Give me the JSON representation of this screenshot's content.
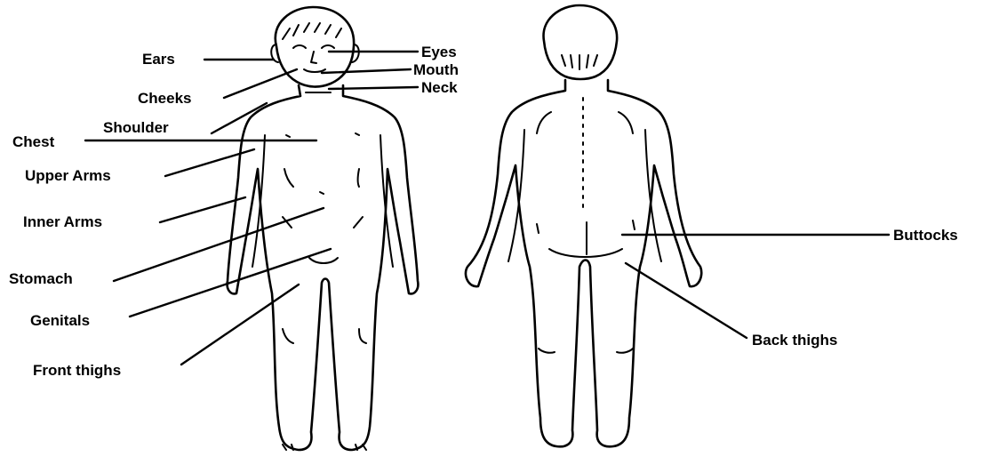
{
  "labels": {
    "ears": "Ears",
    "cheeks": "Cheeks",
    "shoulder": "Shoulder",
    "chest": "Chest",
    "upper_arms": "Upper Arms",
    "inner_arms": "Inner Arms",
    "stomach": "Stomach",
    "genitals": "Genitals",
    "front_thighs": "Front thighs",
    "eyes": "Eyes",
    "mouth": "Mouth",
    "neck": "Neck",
    "buttocks": "Buttocks",
    "back_thighs": "Back thighs"
  }
}
